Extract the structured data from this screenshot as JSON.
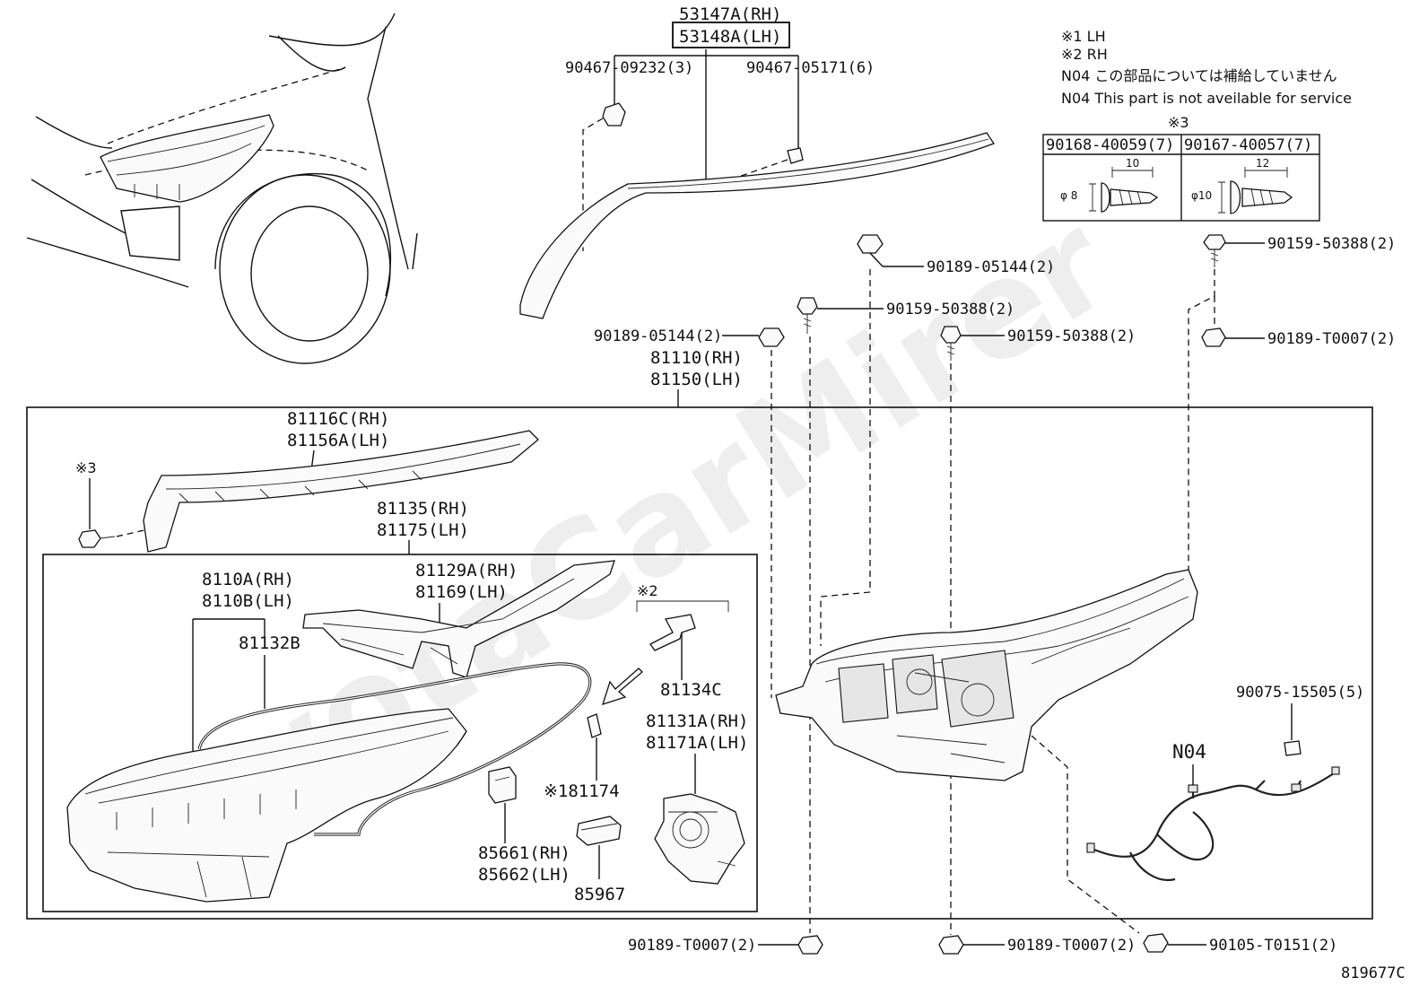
{
  "notes": {
    "lh_marker": "※1  LH",
    "rh_marker": "※2  RH",
    "n04_japanese": "N04 この部品については補給していません",
    "n04_english": "N04 This part is not aveilable for service"
  },
  "fastener_table": {
    "header_marker": "※3",
    "col1_part": "90168-40059(7)",
    "col2_part": "90167-40057(7)",
    "col1_dia": "φ 8",
    "col1_len": "10",
    "col2_dia": "φ10",
    "col2_len": "12"
  },
  "labels": {
    "p53147A": "53147A(RH)",
    "p53148A": "53148A(LH)",
    "p90467_09232": "90467-09232(3)",
    "p90467_05171": "90467-05171(6)",
    "p90159_50388_a": "90159-50388(2)",
    "p90189_05144_a": "90189-05144(2)",
    "p90159_50388_b": "90159-50388(2)",
    "p90159_50388_c": "90159-50388(2)",
    "p90189_05144_b": "90189-05144(2)",
    "p90189_T0007_a": "90189-T0007(2)",
    "p81110": "81110(RH)",
    "p81150": "81150(LH)",
    "p81116C": "81116C(RH)",
    "p81156A": "81156A(LH)",
    "marker3": "※3",
    "p81135": "81135(RH)",
    "p81175": "81175(LH)",
    "p81129A": "81129A(RH)",
    "p81169": "81169(LH)",
    "p8110A": "8110A(RH)",
    "p8110B": "8110B(LH)",
    "p81132B": "81132B",
    "marker2": "※2",
    "p81134C": "81134C",
    "p81131A": "81131A(RH)",
    "p81171A": "81171A(LH)",
    "p81174": "※181174",
    "p85661": "85661(RH)",
    "p85662": "85662(LH)",
    "p85967": "85967",
    "p90075": "90075-15505(5)",
    "n04": "N04",
    "p90189_T0007_b": "90189-T0007(2)",
    "p90189_T0007_c": "90189-T0007(2)",
    "p90105_T0151": "90105-T0151(2)",
    "figure_id": "819677C"
  },
  "watermark": "ToyotaCarMirer"
}
